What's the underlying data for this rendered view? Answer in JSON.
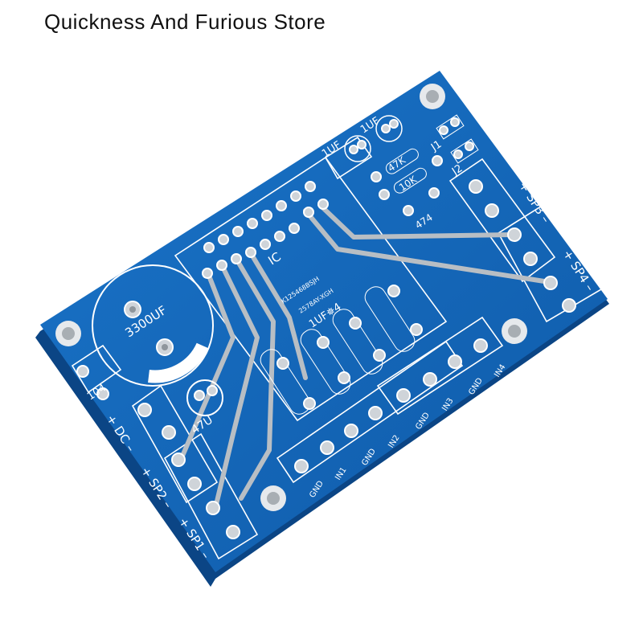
{
  "header": {
    "store_name": "Quickness And Furious Store"
  },
  "board": {
    "colors": {
      "board": "#1565b8",
      "edge": "#0d4c8f",
      "pad": "#cfd4d9",
      "silk": "#ffffff"
    },
    "labels": {
      "cap_main": "3300UF",
      "cap_small": "47U",
      "cap_104": "104",
      "ic": "IC",
      "part_no": "K125468BSJH",
      "part_no2": "2578AY-XGH",
      "cap_1uf_a": "1UF",
      "cap_1uf_b": "1UF",
      "cap_1uf_x4": "1UF✵4",
      "res_47k": "47K",
      "res_10k": "10K",
      "cap_474": "474",
      "j1": "J1",
      "j2": "J2",
      "dc": "+ DC –",
      "sp1": "+ SP1 –",
      "sp2": "+ SP2 –",
      "sp3": "+ SP3 –",
      "sp4": "+ SP4 –",
      "in_bottom": [
        "GND",
        "IN1",
        "GND",
        "IN2"
      ],
      "in_right": [
        "GND",
        "IN3",
        "GND",
        "IN4"
      ]
    }
  }
}
